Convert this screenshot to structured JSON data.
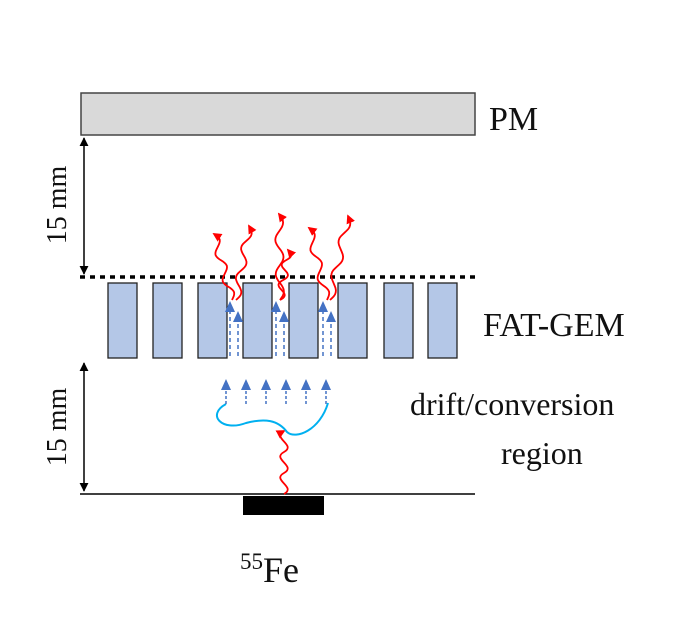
{
  "labels": {
    "pm": "PM",
    "fatgem": "FAT-GEM",
    "drift_line1": "drift/conversion",
    "drift_line2": "region",
    "gap_top": "15 mm",
    "gap_bottom": "15 mm",
    "source_mass": "55",
    "source_element": "Fe"
  },
  "colors": {
    "pm_fill": "#d9d9d9",
    "electrode_fill": "#b4c7e7",
    "electron_arrow": "#4472c4",
    "photon_arrow": "#ff0000",
    "track": "#00b0f0",
    "source": "#000000"
  }
}
